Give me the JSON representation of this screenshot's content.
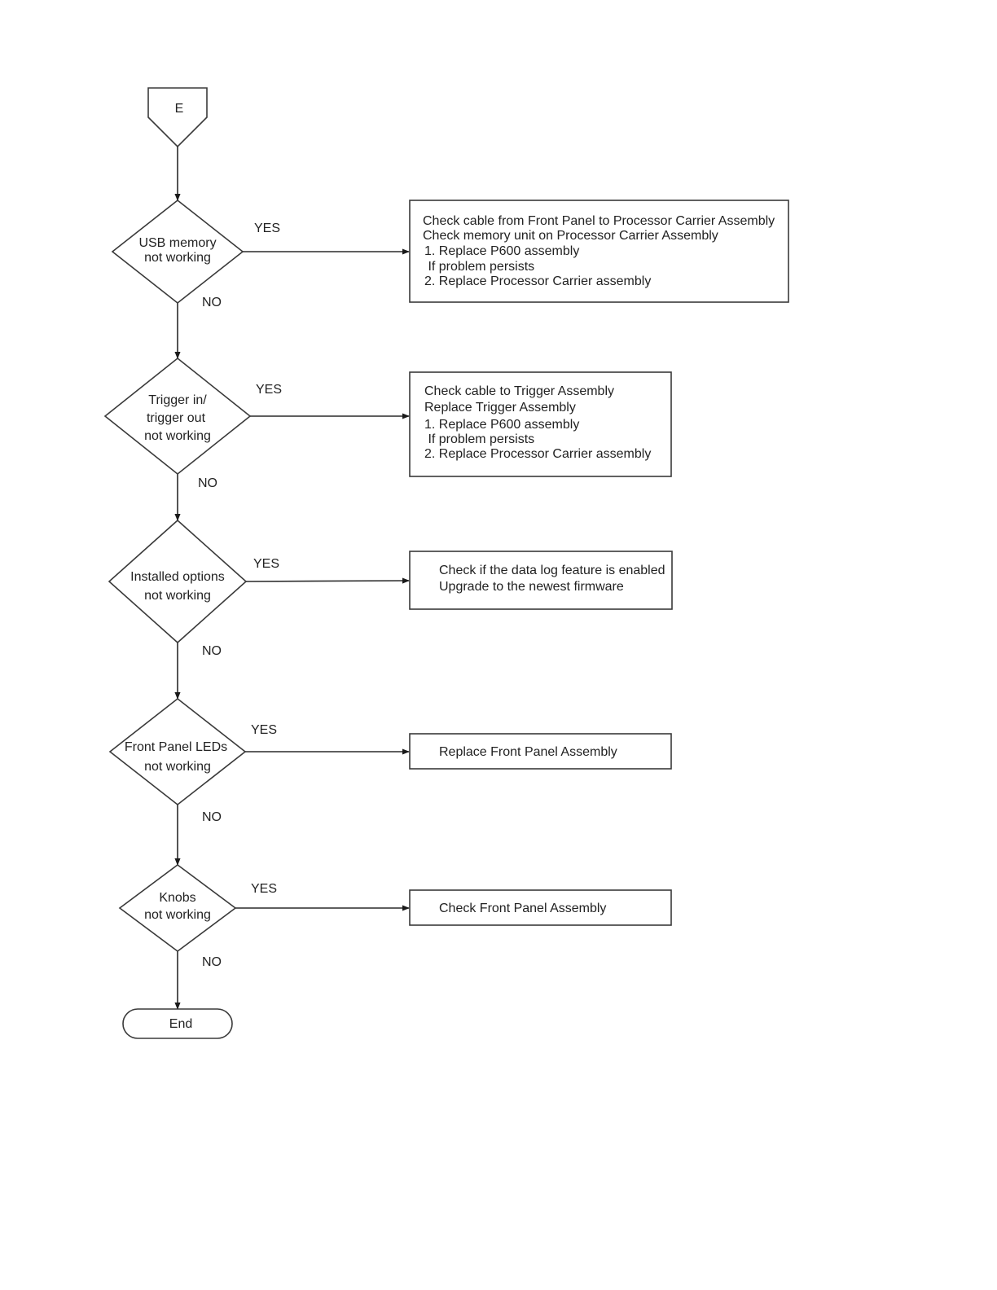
{
  "start_connector": {
    "label": "E"
  },
  "end_terminator": {
    "label": "End"
  },
  "decisions": [
    {
      "lines": [
        "USB memory",
        "not working"
      ],
      "yes_label": "YES",
      "no_label": "NO",
      "action_lines": [
        "Check cable from Front Panel to Processor Carrier Assembly",
        "Check memory unit on Processor Carrier Assembly",
        "1. Replace P600 assembly",
        " If problem persists",
        "2. Replace Processor Carrier assembly"
      ]
    },
    {
      "lines": [
        "Trigger in/",
        "trigger out",
        "not working"
      ],
      "yes_label": "YES",
      "no_label": "NO",
      "action_lines": [
        "Check cable to Trigger Assembly",
        "Replace Trigger Assembly",
        "1. Replace P600 assembly",
        " If problem persists",
        "2. Replace Processor Carrier assembly"
      ]
    },
    {
      "lines": [
        "Installed options",
        "not working"
      ],
      "yes_label": "YES",
      "no_label": "NO",
      "action_lines": [
        "Check if the data log feature is enabled",
        "Upgrade to the newest firmware"
      ]
    },
    {
      "lines": [
        "Front Panel LEDs",
        "not working"
      ],
      "yes_label": "YES",
      "no_label": "NO",
      "action_lines": [
        "Replace Front Panel Assembly"
      ]
    },
    {
      "lines": [
        "Knobs",
        "not working"
      ],
      "yes_label": "YES",
      "no_label": "NO",
      "action_lines": [
        "Check Front Panel Assembly"
      ]
    }
  ]
}
